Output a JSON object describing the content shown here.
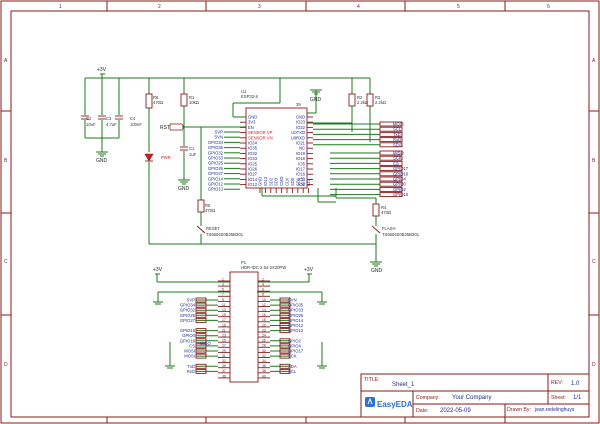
{
  "border": {
    "columns": [
      "1",
      "2",
      "3",
      "4",
      "5",
      "6"
    ],
    "rows": [
      "A",
      "B",
      "C",
      "D"
    ]
  },
  "power": {
    "v3_main": "+3V",
    "v3_left": "+3V",
    "v3_right": "+3V",
    "gnd": "GND"
  },
  "parts": {
    "c2": {
      "ref": "C2",
      "val": "10uF"
    },
    "c3": {
      "ref": "C3",
      "val": "4.7uF"
    },
    "c4": {
      "ref": "C4",
      "val": "100nF"
    },
    "r6": {
      "ref": "R6",
      "val": "470Ω"
    },
    "r1": {
      "ref": "R1",
      "val": "10kΩ"
    },
    "c1": {
      "ref": "C1",
      "val": "1uF"
    },
    "r2": {
      "ref": "R2",
      "val": "2.2kΩ"
    },
    "r3": {
      "ref": "R3",
      "val": "2.2kΩ"
    },
    "r4": {
      "ref": "R4",
      "val": "470Ω"
    },
    "r5": {
      "ref": "R5",
      "val": "470Ω"
    },
    "pwr": {
      "label": "PWR"
    },
    "rst": {
      "label": "RST"
    },
    "reset": {
      "ref": "RESET",
      "val": "TS6604S0B25B201"
    },
    "flash": {
      "ref": "FLASH",
      "val": "TS6604S0B25B201"
    },
    "u1": {
      "ref": "U1",
      "val": "ESP32-S"
    },
    "p1": {
      "ref": "P1",
      "val": "HDR-IDC-2.54-2X20PW"
    }
  },
  "esp": {
    "left_pins": [
      "GND",
      "3V3",
      "EN",
      "SENSOR VP",
      "SENSOR VN",
      "IO34",
      "IO35",
      "IO32",
      "IO33",
      "IO25",
      "IO26",
      "IO27",
      "IO14",
      "IO12"
    ],
    "right_pins": [
      "GND",
      "IO23",
      "IO22",
      "U0TXD",
      "U0RXD",
      "IO21",
      "NC",
      "IO19",
      "IO18",
      "IO5",
      "IO17",
      "IO16",
      "IO4",
      "IO0"
    ],
    "bottom_pins": [
      "GND",
      "IO13",
      "SD2",
      "SD3",
      "CMD",
      "CLK",
      "SD0",
      "SD1",
      "IO15",
      "IO2"
    ],
    "top_pin": "39",
    "left_nets": [
      "SVP",
      "SVN",
      "GPIO34",
      "GPIO35",
      "GPIO32",
      "GPIO33",
      "GPIO25",
      "GPIO26",
      "GPIO27",
      "GPIO14",
      "GPIO12",
      "GPIO13"
    ],
    "right_nets_top": [
      "MOSI",
      "SCL",
      "TxD",
      "RxD",
      "SDA"
    ],
    "right_nets_bottom": [
      "MISO",
      "SCK",
      "CS",
      "GPIO17",
      "GPIO16",
      "GPIO4",
      "GPIO0",
      "GPIO2",
      "GPIO15"
    ]
  },
  "header": {
    "left_nets": [
      "SVP",
      "GPIO34",
      "GPIO32",
      "GPIO25",
      "GPIO27",
      "",
      "GPIO15",
      "GPIO0",
      "GPIO16",
      "CS",
      "MOSI",
      "MOSI",
      "",
      "TxD",
      "RxD"
    ],
    "left_inner": [
      "",
      "",
      "",
      "",
      "",
      "",
      "",
      "",
      "",
      "MISO",
      "",
      "",
      "",
      "",
      ""
    ],
    "right_nets": [
      "SVN",
      "GPIO35",
      "GPIO33",
      "GPIO26",
      "GPIO14",
      "GPIO12",
      "GPIO13",
      "",
      "GPIO2",
      "GPIO4",
      "GPIO17",
      "SCK",
      "",
      "SDA",
      "SCL"
    ],
    "left_pin_nums": [
      "1",
      "3",
      "5",
      "7",
      "9",
      "11",
      "13",
      "15",
      "17",
      "19",
      "21",
      "23",
      "25",
      "27",
      "29",
      "31",
      "33",
      "35",
      "37",
      "39"
    ],
    "right_pin_nums": [
      "2",
      "4",
      "6",
      "8",
      "10",
      "12",
      "14",
      "16",
      "18",
      "20",
      "22",
      "24",
      "26",
      "28",
      "30",
      "32",
      "34",
      "36",
      "38",
      "40"
    ]
  },
  "title_block": {
    "title_label": "TITLE:",
    "title": "Sheet_1",
    "rev_label": "REV:",
    "rev": "1.0",
    "company_label": "Company:",
    "company": "Your Company",
    "sheet_label": "Sheet:",
    "sheet": "1/1",
    "date_label": "Date:",
    "date": "2022-05-09",
    "drawn_label": "Drawn By:",
    "drawn": "jean.redelinghuys",
    "logo": "EasyEDA"
  }
}
